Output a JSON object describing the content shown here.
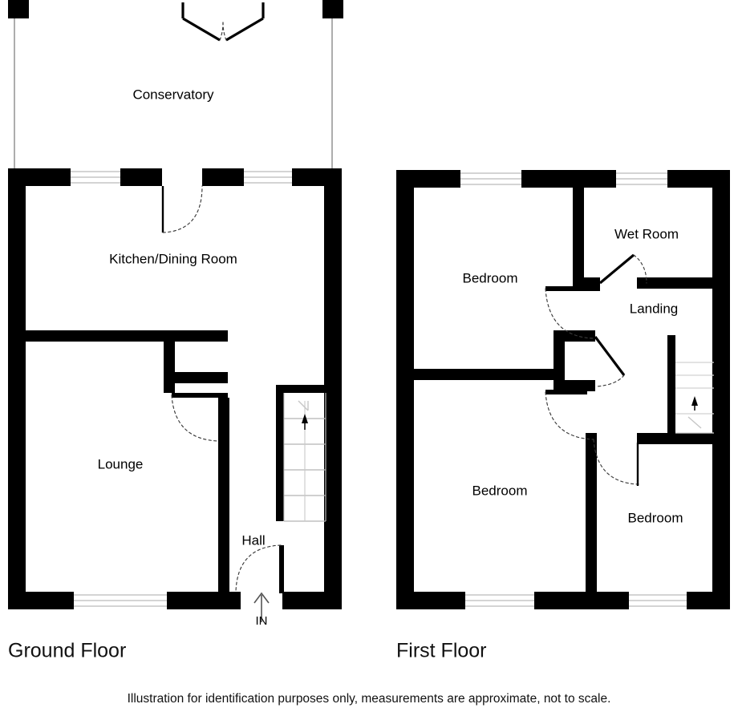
{
  "document": {
    "type": "floor-plan",
    "footer_note": "Illustration for identification purposes only, measurements are approximate, not to scale."
  },
  "floors": [
    {
      "id": "ground",
      "title": "Ground Floor",
      "rooms": [
        {
          "name": "Conservatory",
          "label": "Conservatory"
        },
        {
          "name": "Kitchen/Dining Room",
          "label": "Kitchen/Dining Room"
        },
        {
          "name": "Lounge",
          "label": "Lounge"
        },
        {
          "name": "Hall",
          "label": "Hall"
        }
      ],
      "entry": {
        "label": "IN",
        "name": "entry-arrow"
      },
      "stairs": {
        "direction": "up",
        "treads": 5
      }
    },
    {
      "id": "first",
      "title": "First Floor",
      "rooms": [
        {
          "name": "Bedroom",
          "label": "Bedroom"
        },
        {
          "name": "Wet Room",
          "label": "Wet Room"
        },
        {
          "name": "Landing",
          "label": "Landing"
        },
        {
          "name": "Bedroom",
          "label": "Bedroom"
        },
        {
          "name": "Bedroom",
          "label": "Bedroom"
        }
      ],
      "stairs": {
        "direction": "up",
        "treads": 5
      }
    }
  ],
  "labels": {
    "conservatory": "Conservatory",
    "kitchen_dining": "Kitchen/Dining Room",
    "lounge": "Lounge",
    "hall": "Hall",
    "in": "IN",
    "ground_floor": "Ground Floor",
    "first_floor": "First Floor",
    "bedroom_1": "Bedroom",
    "bedroom_2": "Bedroom",
    "bedroom_3": "Bedroom",
    "wet_room": "Wet Room",
    "landing": "Landing",
    "footer": "Illustration for identification purposes only, measurements are approximate, not to scale."
  },
  "colors": {
    "wall": "#000000",
    "background": "#ffffff",
    "text": "#000000",
    "glass": "#aaaaaa",
    "swing": "#3a3a3a",
    "tread": "#b4b4b4"
  }
}
